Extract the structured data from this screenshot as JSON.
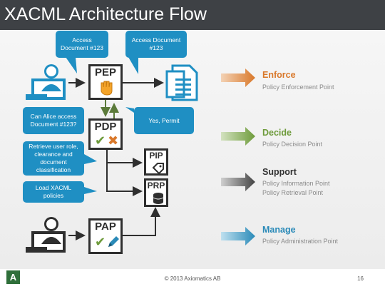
{
  "title": "XACML Architecture Flow",
  "callouts": {
    "access_left": "Access Document #123",
    "access_right": "Access Document #123",
    "can_alice": "Can Alice access Document #123?",
    "yes_permit": "Yes, Permit",
    "retrieve": "Retrieve user role, clearance and document classification",
    "load": "Load XACML policies"
  },
  "components": {
    "pep": "PEP",
    "pdp": "PDP",
    "pip": "PIP",
    "prp": "PRP",
    "pap": "PAP"
  },
  "legend": [
    {
      "label": "Enforce",
      "sub": [
        "Policy Enforcement Point"
      ],
      "color": "#d9782a"
    },
    {
      "label": "Decide",
      "sub": [
        "Policy Decision Point"
      ],
      "color": "#6e9b3b"
    },
    {
      "label": "Support",
      "sub": [
        "Policy Information Point",
        "Policy Retrieval Point"
      ],
      "color": "#444444"
    },
    {
      "label": "Manage",
      "sub": [
        "Policy Administration Point"
      ],
      "color": "#2a8ab8"
    }
  ],
  "footer": {
    "logo": "A",
    "copyright": "© 2013 Axiomatics AB",
    "page": "16"
  },
  "colors": {
    "callout": "#1f8fc3",
    "user_icon": "#1f8fc3",
    "admin_icon": "#2f2f2f",
    "dark": "#2f2f2f",
    "title_bar": "#3e4145"
  }
}
